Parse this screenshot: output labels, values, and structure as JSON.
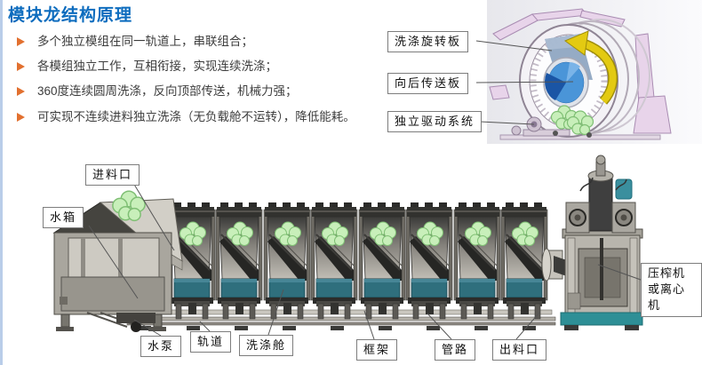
{
  "page": {
    "title": "模块龙结构原理"
  },
  "bullets": {
    "items": [
      {
        "label": "多个独立模组在同一轨道上，串联组合；"
      },
      {
        "label": "各模组独立工作，互相衔接，实现连续洗涤；"
      },
      {
        "label": "360度连续圆周洗涤，反向顶部传送，机械力强；"
      },
      {
        "label": "可实现不连续进料独立洗涤（无负载舱不运转），降低能耗。"
      }
    ]
  },
  "callouts": {
    "rotating_plate": "洗涤旋转板",
    "transfer_plate": "向后传送板",
    "drive_system": "独立驱动系统",
    "feed_inlet": "进料口",
    "water_tank": "水箱",
    "water_pump": "水泵",
    "track": "轨道",
    "wash_chamber": "洗涤舱",
    "frame": "框架",
    "piping": "管路",
    "outlet": "出料口",
    "press": "压榨机\n或离心机"
  },
  "colors": {
    "title_blue": "#0d6cbe",
    "bullet_orange": "#e2702f",
    "water_teal": "#2f6f7d",
    "base_teal": "#2e8f96",
    "broccoli_green": "#c8efba",
    "plate_blue": "#4a95d8",
    "arrow_yellow": "#e3ca12",
    "cad_pink": "#e8d4ea"
  }
}
